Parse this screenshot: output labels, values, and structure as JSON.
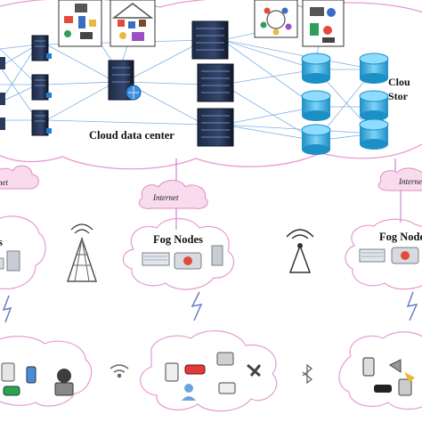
{
  "cloud_layer": {
    "data_center_label": "Cloud data center",
    "storage_label_line1": "Clou",
    "storage_label_line2": "Stor"
  },
  "internet_labels": [
    "net",
    "Internet",
    "Internet"
  ],
  "fog_layer": {
    "left_label": "s",
    "center_label": "Fog Nodes",
    "right_label": "Fog Node"
  }
}
